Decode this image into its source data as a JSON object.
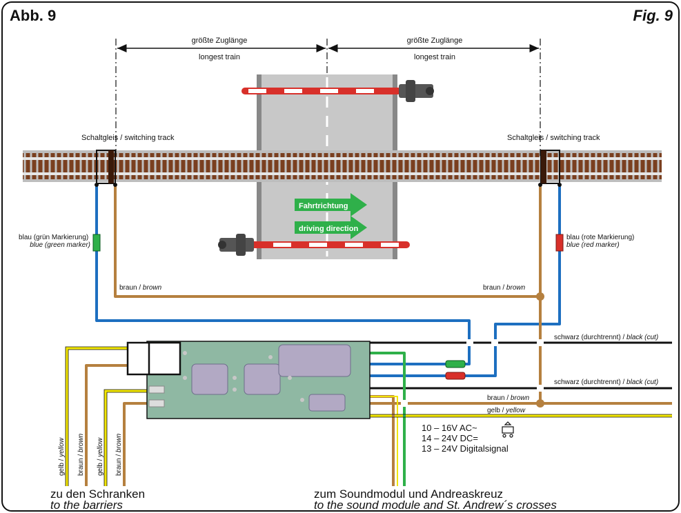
{
  "header": {
    "left_title": "Abb. 9",
    "right_title": "Fig. 9"
  },
  "train_length": {
    "left_de": "größte Zuglänge",
    "left_en": "longest train",
    "right_de": "größte Zuglänge",
    "right_en": "longest train"
  },
  "switching_track": {
    "left": "Schaltgleis / switching track",
    "right": "Schaltgleis / switching track"
  },
  "direction": {
    "de": "Fahrtrichtung",
    "en": "driving direction"
  },
  "wires": {
    "blue_left_de": "blau (grün Markierung)",
    "blue_left_en": "blue (green marker)",
    "blue_right_de": "blau (rote Markierung)",
    "blue_right_en": "blue (red marker)",
    "brown_left_de": "braun / ",
    "brown_left_en": "brown",
    "brown_right_de": "braun / ",
    "brown_right_en": "brown",
    "black_top_de": "schwarz (durchtrennt) / ",
    "black_top_en": "black (cut)",
    "black_bottom_de": "schwarz (durchtrennt) / ",
    "black_bottom_en": "black (cut)",
    "brown_bottom_de": "braun / ",
    "brown_bottom_en": "brown",
    "yellow_bottom_de": "gelb / ",
    "yellow_bottom_en": "yellow"
  },
  "power": {
    "line1": "10 – 16V AC~",
    "line2": "14 – 24V DC=",
    "line3": "13 – 24V Digitalsignal"
  },
  "vertical_labels": [
    {
      "de": "gelb / ",
      "en": "yellow"
    },
    {
      "de": "braun / ",
      "en": "brown"
    },
    {
      "de": "gelb / ",
      "en": "yellow"
    },
    {
      "de": "braun / ",
      "en": "brown"
    }
  ],
  "bottom": {
    "barriers_de": "zu den Schranken",
    "barriers_en": "to the barriers",
    "sound_de": "zum Soundmodul und Andreaskreuz",
    "sound_en": "to the sound module and St. Andrew´s crosses"
  },
  "colors": {
    "blue": "#1d6fc0",
    "brown": "#b5803f",
    "yellow": "#f2e600",
    "black": "#111111",
    "green": "#2fb04a",
    "board": "#8fb8a3",
    "road": "#c8c8c8",
    "rail_tie": "#7a3f1f",
    "barrier_red": "#d8302a"
  }
}
